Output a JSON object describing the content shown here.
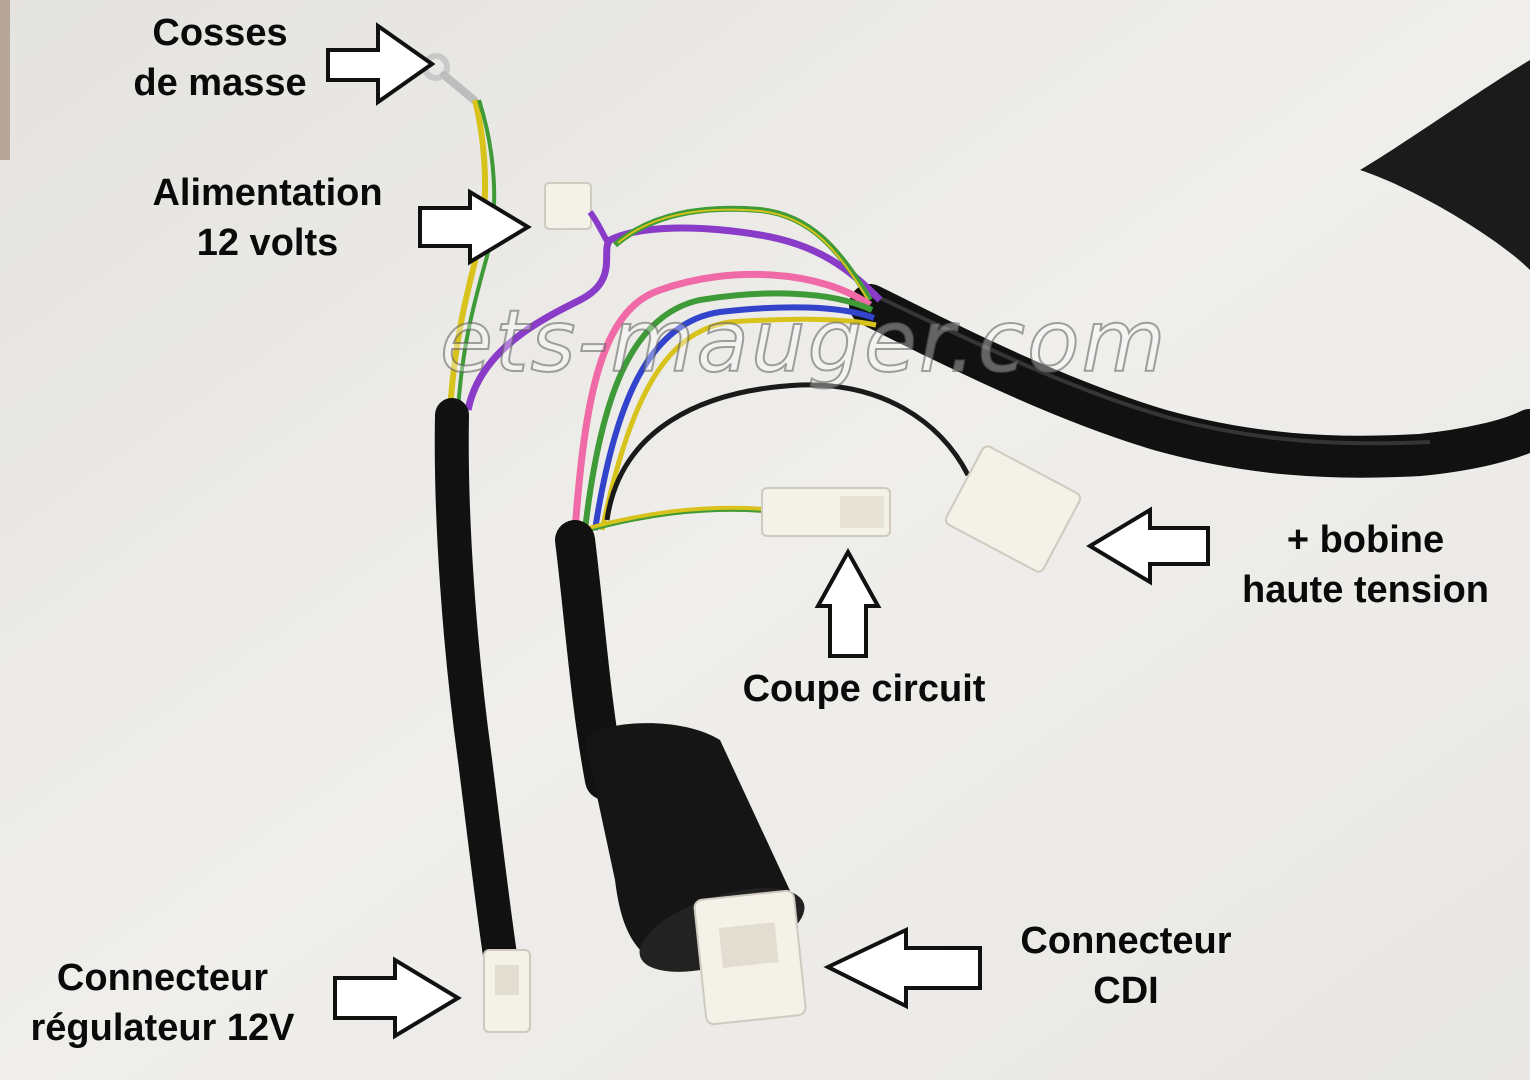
{
  "watermark": "ets-mauger.com",
  "labels": {
    "ground_lugs": {
      "line1": "Cosses",
      "line2": "de masse"
    },
    "power_12v": {
      "line1": "Alimentation",
      "line2": "12 volts"
    },
    "ignition_coil": {
      "line1": "+ bobine",
      "line2": "haute tension"
    },
    "kill_switch": {
      "line1": "Coupe circuit"
    },
    "cdi_connector": {
      "line1": "Connecteur",
      "line2": "CDI"
    },
    "regulator_connector": {
      "line1": "Connecteur",
      "line2": "régulateur 12V"
    }
  },
  "colors": {
    "background": "#ecebe8",
    "sheath": "#111111",
    "wire_purple": "#8a3cc9",
    "wire_yellow": "#d8c21c",
    "wire_green": "#3f9a38",
    "wire_pink": "#f06aa8",
    "wire_blue": "#3344cc",
    "wire_black": "#1a1a1a",
    "connector": "#f3f1e8"
  }
}
